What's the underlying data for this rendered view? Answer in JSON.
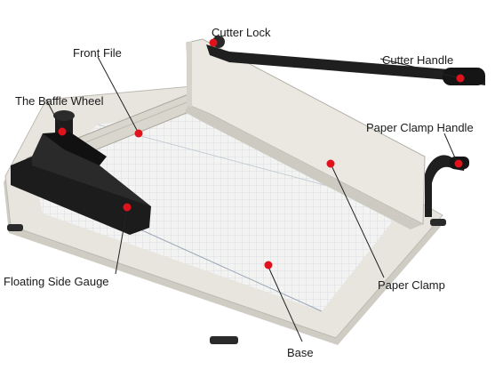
{
  "labels": {
    "cutter_lock": "Cutter Lock",
    "front_file": "Front File",
    "cutter_handle": "Cutter Handle",
    "baffle_wheel": "The Baffle Wheel",
    "paper_clamp_handle": "Paper Clamp Handle",
    "floating_side_gauge": "Floating Side Gauge",
    "paper_clamp": "Paper Clamp",
    "base": "Base"
  },
  "colors": {
    "marker": "#e0121b",
    "leader": "#222222",
    "machine_body": "#e9e7e0",
    "handle": "#1f1f1f"
  }
}
